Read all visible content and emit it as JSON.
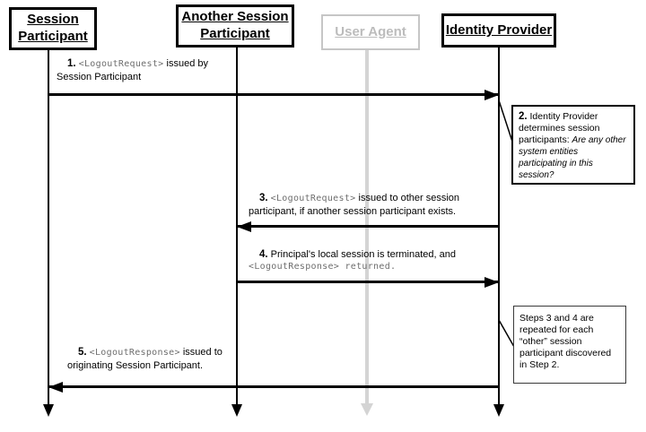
{
  "diagram_type": "sequence-diagram",
  "actors": [
    {
      "label": "Session\nParticipant",
      "grayed": false
    },
    {
      "label": "Another Session\nParticipant",
      "grayed": false
    },
    {
      "label": "User Agent",
      "grayed": true
    },
    {
      "label": "Identity Provider",
      "grayed": false
    }
  ],
  "messages": {
    "m1": {
      "num": "1.",
      "mono": "<LogoutRequest>",
      "text": " issued by",
      "line2": "Session Participant",
      "direction": "right"
    },
    "m3": {
      "num": "3.",
      "mono": "<LogoutRequest>",
      "text": " issued to other session",
      "line2": "participant, if another session participant exists.",
      "direction": "left"
    },
    "m4": {
      "num": "4.",
      "text": " Principal's local session is terminated, and",
      "mono2": "<LogoutResponse> returned.",
      "direction": "right"
    },
    "m5": {
      "num": "5.",
      "mono": "<LogoutResponse>",
      "text": " issued to",
      "line2": "originating Session Participant.",
      "direction": "left"
    }
  },
  "notes": {
    "n2": {
      "num": "2.",
      "text": " Identity Provider determines session participants: ",
      "question": "Are any other system entities participating in this session?"
    },
    "n3": {
      "text": "Steps 3 and 4 are repeated for each “other” session participant discovered in Step 2."
    }
  },
  "colors": {
    "line_black": "#000000",
    "user_agent_gray": "#c6c6c6",
    "user_agent_lifeline_gray": "#d4d4d4",
    "mono_text_gray": "#6e6e6e"
  }
}
